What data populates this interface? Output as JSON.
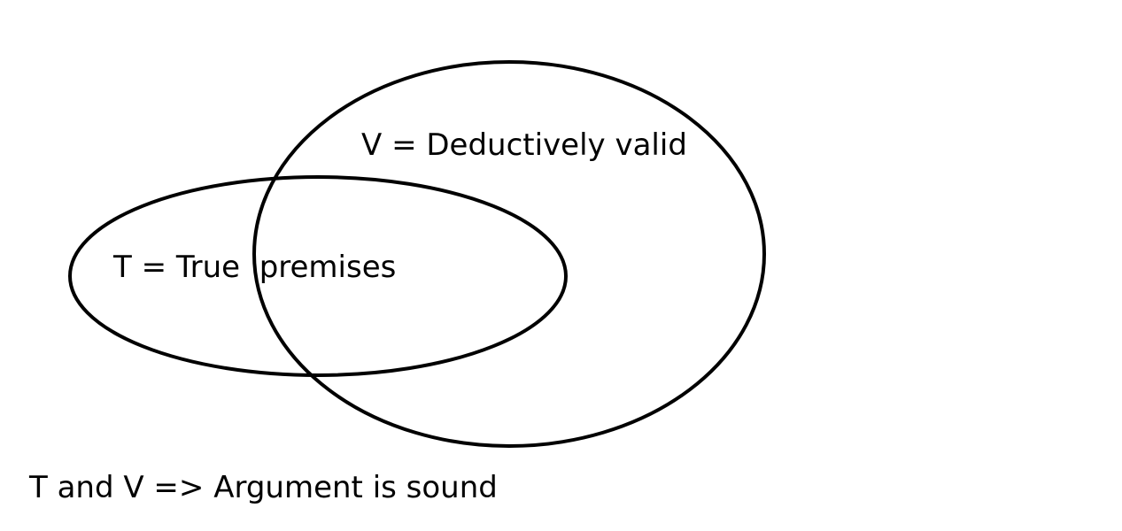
{
  "diagram": {
    "sets": [
      {
        "id": "V",
        "label": "V = Deductively valid"
      },
      {
        "id": "T",
        "label": "T = True  premises"
      }
    ],
    "caption": "T and V => Argument is sound",
    "colors": {
      "stroke": "#000000",
      "background": "#ffffff"
    }
  }
}
